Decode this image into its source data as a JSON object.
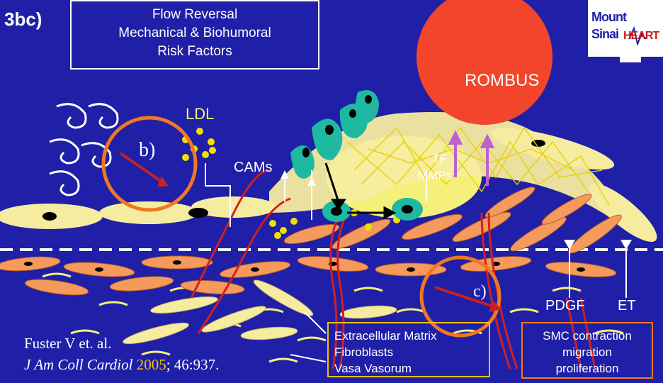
{
  "panel_label": "3bc)",
  "header_box": {
    "line1": "Flow Reversal",
    "line2": "Mechanical & Biohumoral",
    "line3": "Risk Factors"
  },
  "logo": {
    "line1": "Mount",
    "line2": "Sinai",
    "line3": "HEART"
  },
  "thrombus_label": "ROMBUS",
  "labels": {
    "ldl": "LDL",
    "cams": "CAMs",
    "tf": "TF",
    "mmps": "MMPs",
    "b": "b)",
    "c": "c)",
    "pdgf": "PDGF",
    "et": "ET"
  },
  "ecm_box": {
    "line1": "Extracellular Matrix",
    "line2": "Fibroblasts",
    "line3": "Vasa Vasorum"
  },
  "smc_box": {
    "line1": "SMC contraction",
    "line2": "migration",
    "line3": "proliferation"
  },
  "citation": {
    "line1": "Fuster V et. al.",
    "journal": "J Am Coll Cardiol",
    "year": "2005",
    "rest": "; 46:937."
  },
  "colors": {
    "background": "#1f1fa8",
    "thrombus": "#f2452b",
    "plaque": "#f4f07a",
    "endothelium": "#f6eca0",
    "smc": "#f39a5c",
    "macrophage": "#1fb8a0",
    "circle_outline": "#f07820",
    "year": "#f2c200",
    "arrow_tf": "#c060d0"
  }
}
